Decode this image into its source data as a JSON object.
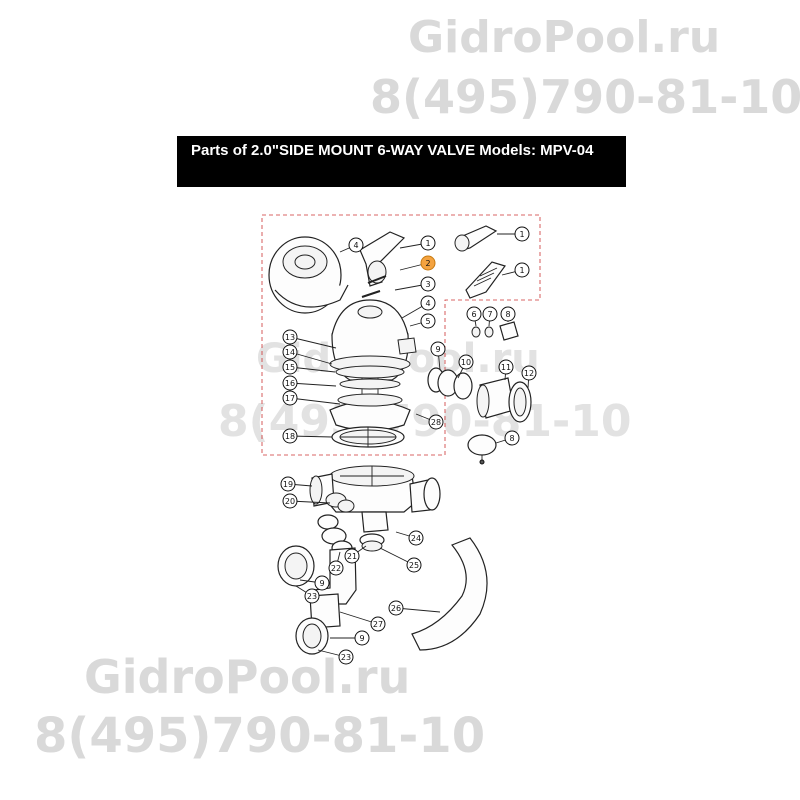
{
  "header": {
    "title": "Parts of 2.0\"SIDE MOUNT 6-WAY VALVE Models: MPV-04"
  },
  "watermarks": [
    "GidroPool.ru",
    "8(495)790-81-10",
    "GidroPool.ru",
    "8(495)790-81-10",
    "GidroPool.ru",
    "8(495)790-81-10"
  ],
  "callouts": [
    {
      "label": "4"
    },
    {
      "label": "1"
    },
    {
      "label": "1"
    },
    {
      "label": "2",
      "highlighted": true
    },
    {
      "label": "1"
    },
    {
      "label": "3"
    },
    {
      "label": "4"
    },
    {
      "label": "5"
    },
    {
      "label": "6"
    },
    {
      "label": "7"
    },
    {
      "label": "8"
    },
    {
      "label": "13"
    },
    {
      "label": "14"
    },
    {
      "label": "10"
    },
    {
      "label": "9"
    },
    {
      "label": "15"
    },
    {
      "label": "11"
    },
    {
      "label": "12"
    },
    {
      "label": "16"
    },
    {
      "label": "17"
    },
    {
      "label": "28"
    },
    {
      "label": "18"
    },
    {
      "label": "8"
    },
    {
      "label": "19"
    },
    {
      "label": "20"
    },
    {
      "label": "21"
    },
    {
      "label": "24"
    },
    {
      "label": "22"
    },
    {
      "label": "25"
    },
    {
      "label": "9"
    },
    {
      "label": "23"
    },
    {
      "label": "26"
    },
    {
      "label": "27"
    },
    {
      "label": "9"
    },
    {
      "label": "23"
    }
  ],
  "colors": {
    "header_bg": "#000000",
    "header_text": "#ffffff",
    "watermark": "#d9d9d9",
    "highlight_callout": "#f4a340"
  }
}
